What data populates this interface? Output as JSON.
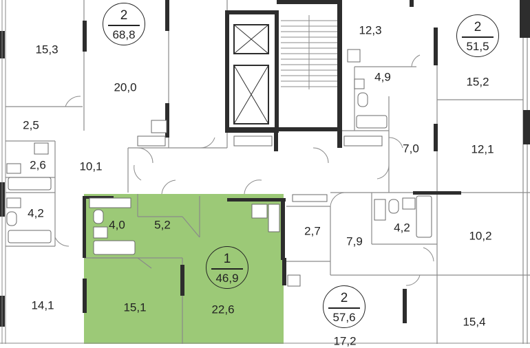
{
  "colors": {
    "highlight": "#9cc977",
    "wall": "#2d2d2d",
    "line": "#8a8a8a"
  },
  "apartments": [
    {
      "rooms": "2",
      "total": "68,8"
    },
    {
      "rooms": "2",
      "total": "51,5"
    },
    {
      "rooms": "1",
      "total": "46,9",
      "selected": true
    },
    {
      "rooms": "2",
      "total": "57,6"
    }
  ],
  "room_areas": [
    "15,3",
    "20,0",
    "2,5",
    "2,6",
    "10,1",
    "4,2",
    "14,1",
    "12,3",
    "15,2",
    "4,9",
    "7,0",
    "12,1",
    "4,0",
    "5,2",
    "15,1",
    "22,6",
    "2,7",
    "7,9",
    "4,2",
    "10,2",
    "15,4",
    "17,2"
  ]
}
